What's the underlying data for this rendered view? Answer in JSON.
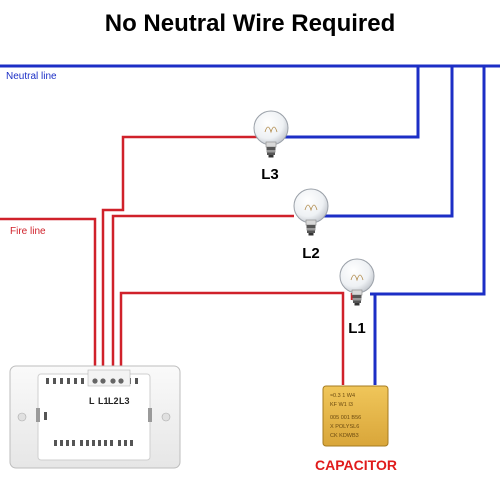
{
  "title": "No Neutral Wire Required",
  "lines": {
    "neutral": "Neutral line",
    "fire": "Fire line"
  },
  "bulbs": [
    {
      "label": "L3"
    },
    {
      "label": "L2"
    },
    {
      "label": "L1"
    }
  ],
  "switch_terminals": [
    "L",
    "L1",
    "L2",
    "L3"
  ],
  "capacitor": {
    "label": "CAPACITOR",
    "markings": [
      "≈0.3 1 W4",
      "KF W1 I3",
      "005 001 B56",
      "X POLYSL6",
      "CK KDWB3"
    ]
  },
  "colors": {
    "neutral": "#1c2fc6",
    "fire": "#d0212a",
    "capacitor_body": "#e8b84a",
    "capacitor_label": "#e01b1b"
  }
}
